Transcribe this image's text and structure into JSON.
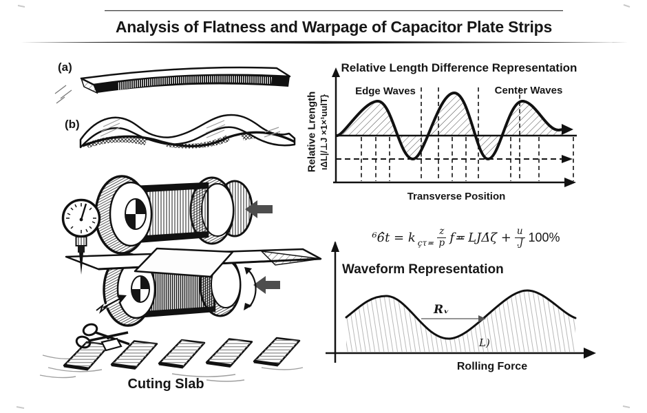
{
  "title": "Analysis of Flatness and Warpage of Capacitor Plate Strips",
  "colors": {
    "ink": "#161616",
    "arrow_gray": "#4d4d4d",
    "hatch_gray": "#8a8a8a",
    "background": "#ffffff"
  },
  "left_panel": {
    "label_a": "(a)",
    "label_b": "(b)",
    "caption": "Cuting Slab"
  },
  "top_chart": {
    "title": "Relative Length Difference Representation",
    "edge_label": "Edge Waves",
    "center_label": "Center Waves",
    "y_axis_line1": "Relative Lrength",
    "y_axis_line2": "ıΔL|/⊥J ×1×¹uulT}",
    "x_axis_label": "Transverse Position"
  },
  "formula": {
    "lead": "⁶6̂t = k",
    "sub": "çτ≖",
    "frac1_num": "z",
    "frac1_den": "p",
    "mid1": "f≖",
    "mid2": "LJΔ̇ζ +",
    "frac2_num": "u",
    "frac2_den": ".J",
    "tail": "100%"
  },
  "bottom_chart": {
    "title": "Waveform Representation",
    "rv_label": "Rᵥ",
    "l_label": "L)",
    "x_axis_label": "Rolling Force"
  }
}
